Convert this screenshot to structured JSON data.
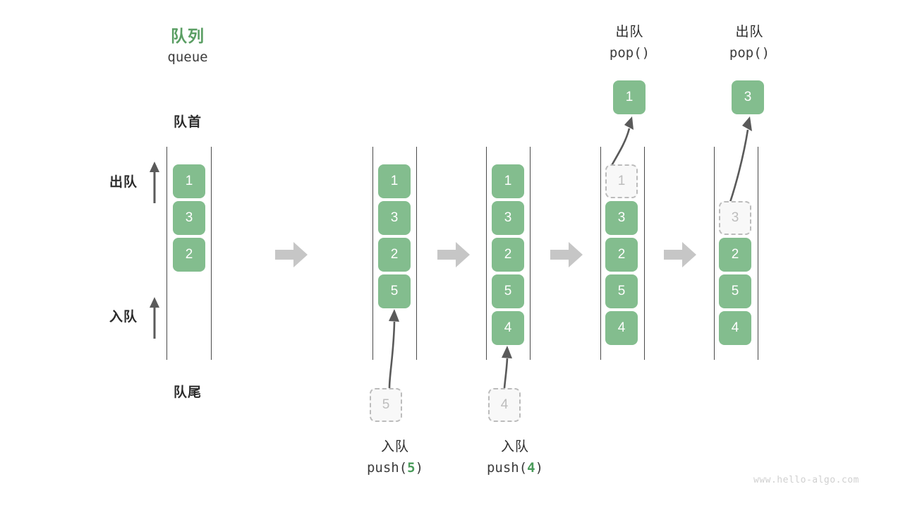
{
  "diagram": {
    "title_cn": "队列",
    "title_en": "queue",
    "front_label": "队首",
    "rear_label": "队尾",
    "dequeue_label": "出队",
    "enqueue_label": "入队",
    "watermark": "www.hello-algo.com",
    "colors": {
      "accent_green": "#83bd8e",
      "title_green": "#5a9e63",
      "rail": "#4a4a4a",
      "ghost_border": "#bcbcbc",
      "ghost_text": "#bdbdbd",
      "step_arrow": "#c6c6c6",
      "thin_arrow": "#5a5a5a",
      "text": "#2b2b2b"
    }
  },
  "columns": [
    {
      "id": "state-initial",
      "cells": [
        {
          "value": "1",
          "kind": "filled"
        },
        {
          "value": "3",
          "kind": "filled"
        },
        {
          "value": "2",
          "kind": "filled"
        }
      ]
    },
    {
      "id": "state-after-push-5",
      "cells": [
        {
          "value": "1",
          "kind": "filled"
        },
        {
          "value": "3",
          "kind": "filled"
        },
        {
          "value": "2",
          "kind": "filled"
        },
        {
          "value": "5",
          "kind": "filled"
        }
      ],
      "incoming": {
        "value": "5",
        "kind": "ghost"
      },
      "caption_cn": "入队",
      "caption_code_prefix": "push(",
      "caption_code_value": "5",
      "caption_code_suffix": ")"
    },
    {
      "id": "state-after-push-4",
      "cells": [
        {
          "value": "1",
          "kind": "filled"
        },
        {
          "value": "3",
          "kind": "filled"
        },
        {
          "value": "2",
          "kind": "filled"
        },
        {
          "value": "5",
          "kind": "filled"
        },
        {
          "value": "4",
          "kind": "filled"
        }
      ],
      "incoming": {
        "value": "4",
        "kind": "ghost"
      },
      "caption_cn": "入队",
      "caption_code_prefix": "push(",
      "caption_code_value": "4",
      "caption_code_suffix": ")"
    },
    {
      "id": "state-after-pop-1",
      "cells": [
        {
          "value": "1",
          "kind": "ghost"
        },
        {
          "value": "3",
          "kind": "filled"
        },
        {
          "value": "2",
          "kind": "filled"
        },
        {
          "value": "5",
          "kind": "filled"
        },
        {
          "value": "4",
          "kind": "filled"
        }
      ],
      "popped": {
        "value": "1",
        "kind": "filled"
      },
      "caption_cn": "出队",
      "caption_code_prefix": "pop(",
      "caption_code_value": "",
      "caption_code_suffix": ")"
    },
    {
      "id": "state-after-pop-3",
      "cells": [
        {
          "value": "",
          "kind": "empty"
        },
        {
          "value": "3",
          "kind": "ghost"
        },
        {
          "value": "2",
          "kind": "filled"
        },
        {
          "value": "5",
          "kind": "filled"
        },
        {
          "value": "4",
          "kind": "filled"
        }
      ],
      "popped": {
        "value": "3",
        "kind": "filled"
      },
      "caption_cn": "出队",
      "caption_code_prefix": "pop(",
      "caption_code_value": "",
      "caption_code_suffix": ")"
    }
  ]
}
